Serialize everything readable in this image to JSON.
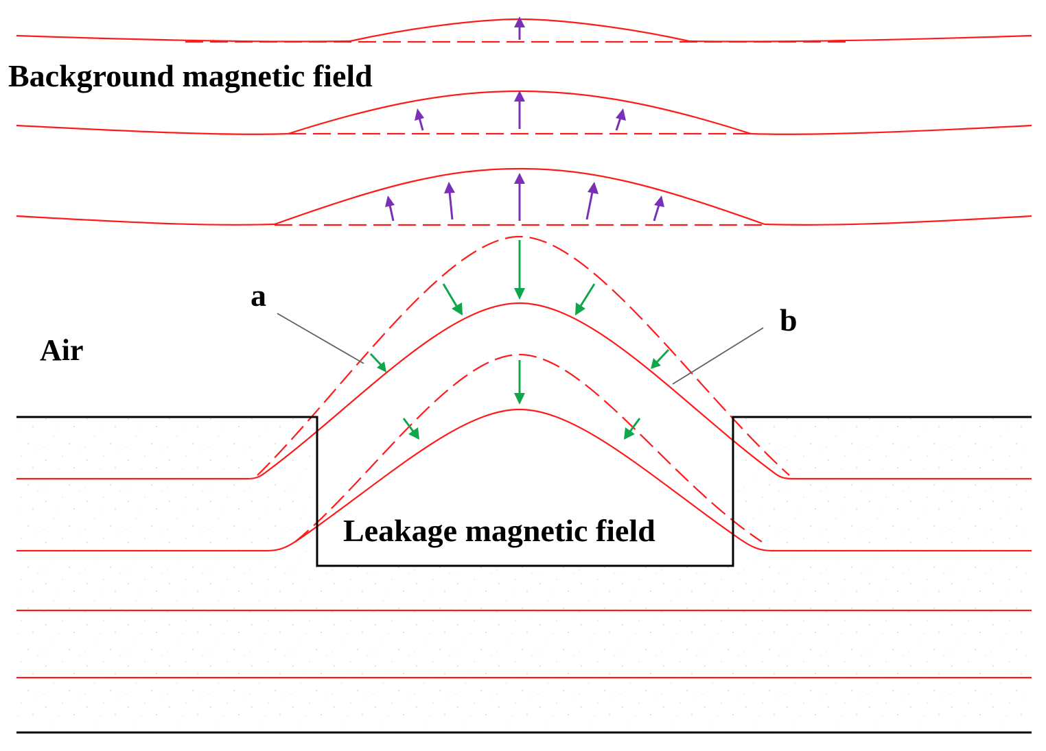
{
  "labels": {
    "background": "Background magnetic field",
    "air": "Air",
    "leakage": "Leakage magnetic field",
    "a": "a",
    "b": "b"
  },
  "colors": {
    "field_line": "#ff1a1a",
    "arrow_up": "#7a2fb8",
    "arrow_down": "#10a64a",
    "boundary": "#000000",
    "pointer": "#606060",
    "material_speckle": "#c8c8c8"
  },
  "icons": {
    "arrow_up": "up-arrow-icon",
    "arrow_down": "down-arrow-icon"
  }
}
